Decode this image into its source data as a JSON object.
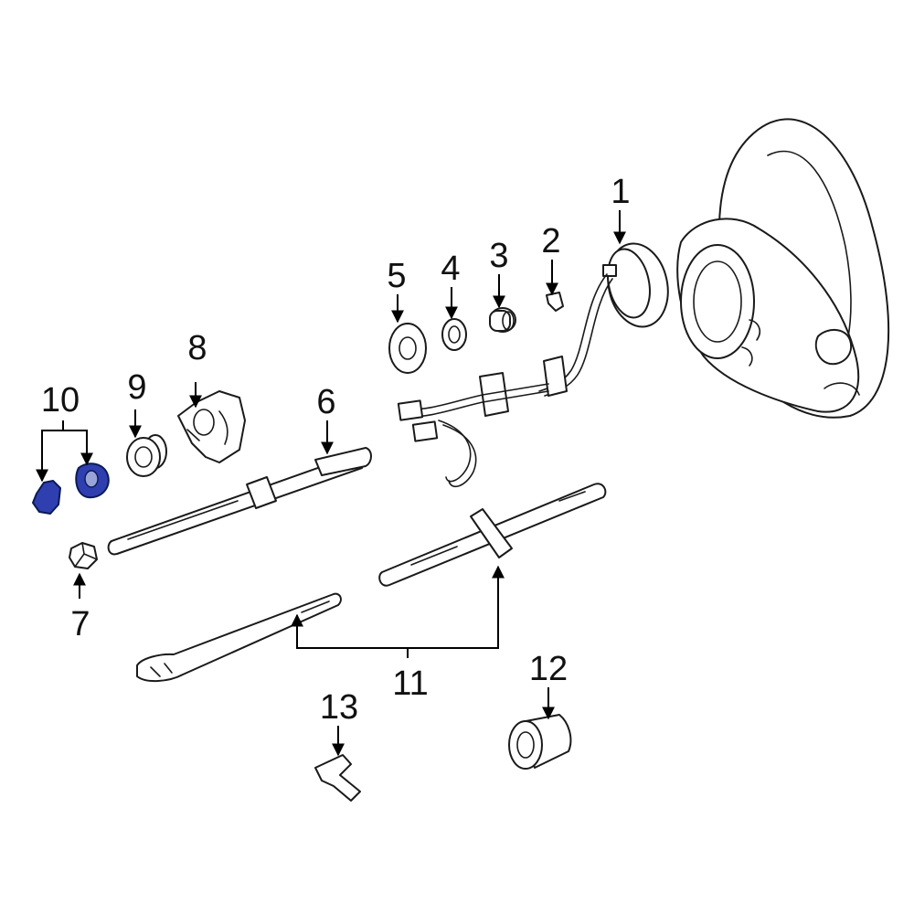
{
  "callouts": {
    "c1": "1",
    "c2": "2",
    "c3": "3",
    "c4": "4",
    "c5": "5",
    "c6": "6",
    "c7": "7",
    "c8": "8",
    "c9": "9",
    "c10": "10",
    "c11": "11",
    "c12": "12",
    "c13": "13"
  },
  "colors": {
    "highlight_part": "#2f3fb0",
    "line": "#1a1a1a",
    "background": "#ffffff"
  },
  "highlighted_part": "10"
}
